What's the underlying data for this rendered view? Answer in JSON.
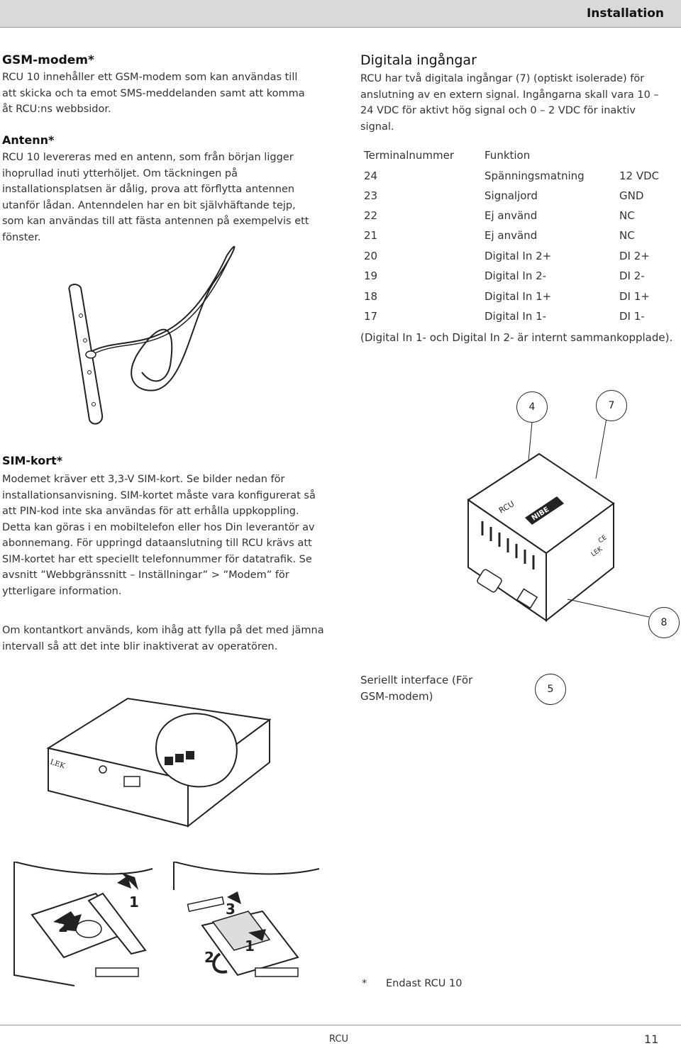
{
  "header": {
    "section": "Installation"
  },
  "gsm": {
    "title": "GSM-modem*",
    "body": "RCU 10 innehåller ett GSM-modem som kan användas till att skicka och ta emot SMS-meddelanden samt att komma åt RCU:ns webbsidor."
  },
  "antenn": {
    "title": "Antenn*",
    "body": "RCU 10 levereras med en antenn, som från början ligger ihoprullad inuti ytterhöljet. Om täckningen på installationsplatsen är dålig, prova att förflytta antennen utanför lådan. Antenndelen har en bit självhäftande tejp, som kan användas till att fästa antennen på exempelvis ett fönster."
  },
  "digital": {
    "title": "Digitala ingångar",
    "body": "RCU har två digitala ingångar (7) (optiskt isolerade) för anslutning av en extern signal. Ingångarna skall vara 10 – 24 VDC för aktivt hög signal och 0 – 2 VDC för inaktiv signal.",
    "table": {
      "headers": [
        "Terminalnummer",
        "Funktion"
      ],
      "rows": [
        [
          "24",
          "Spänningsmatning",
          "12 VDC"
        ],
        [
          "23",
          "Signaljord",
          "GND"
        ],
        [
          "22",
          "Ej använd",
          "NC"
        ],
        [
          "21",
          "Ej använd",
          "NC"
        ],
        [
          "20",
          "Digital In 2+",
          "DI 2+"
        ],
        [
          "19",
          "Digital In 2-",
          "DI 2-"
        ],
        [
          "18",
          "Digital In 1+",
          "DI 1+"
        ],
        [
          "17",
          "Digital In 1-",
          "DI 1-"
        ]
      ],
      "note": "(Digital In 1- och Digital In 2- är internt sammankopplade)."
    }
  },
  "sim": {
    "title": "SIM-kort*",
    "body": "Modemet kräver ett 3,3-V SIM-kort. Se bilder nedan för installationsanvisning. SIM-kortet måste vara konfigurerat så att PIN-kod inte ska användas för att erhålla uppkoppling. Detta kan göras i en mobiltelefon eller hos Din leverantör av abonnemang. För uppringd dataanslutning till RCU krävs att SIM-kortet har ett speciellt telefonnummer för datatrafik. Se avsnitt ”Webbgränssnitt – Inställningar” > ”Modem” för ytterligare information.",
    "note": "Om kontantkort används, kom ihåg att fylla på det med jämna intervall så att det inte blir inaktiverat av operatören."
  },
  "device": {
    "callouts": [
      "4",
      "7",
      "8",
      "5"
    ],
    "serial_label": "Seriellt interface (För GSM-modem)",
    "brand": "RCU",
    "logo": "NIBE",
    "lek": "LEK",
    "ce": "CE"
  },
  "steps": {
    "labels": [
      "1",
      "2",
      "3",
      "2",
      "1"
    ]
  },
  "footnote": {
    "mark": "*",
    "text": "Endast RCU 10"
  },
  "footer": {
    "label": "RCU",
    "page": "11"
  }
}
